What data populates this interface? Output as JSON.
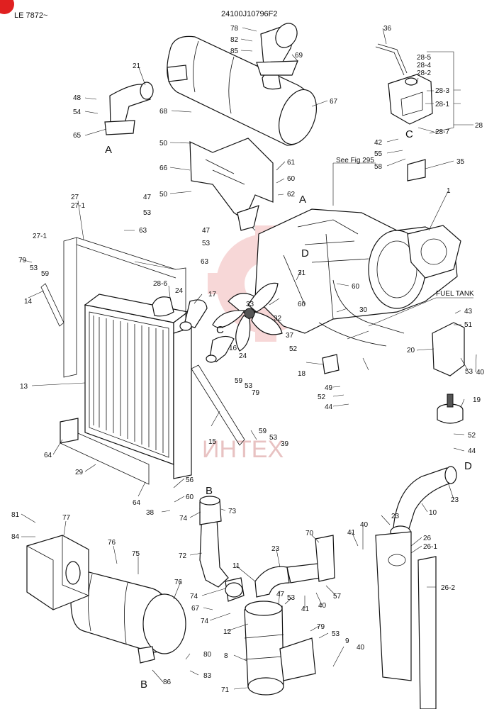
{
  "header": {
    "left": "LE 7872~",
    "center": "24100J10796F2"
  },
  "notes": {
    "see_fig": "See Fig 295",
    "fuel_tank": "FUEL TANK"
  },
  "watermark": "ИНТЕХ",
  "colors": {
    "watermark": "#f2b8b8",
    "logo": "#e02020",
    "ink": "#111111"
  },
  "letters": [
    "A",
    "A",
    "B",
    "B",
    "C",
    "C",
    "D",
    "D"
  ],
  "labels": [
    "78",
    "82",
    "85",
    "69",
    "21",
    "48",
    "54",
    "65",
    "68",
    "67",
    "50",
    "66",
    "61",
    "60",
    "62",
    "50",
    "47",
    "53",
    "63",
    "27",
    "27-1",
    "47",
    "53",
    "63",
    "27-1",
    "79",
    "53",
    "59",
    "14",
    "28-6",
    "24",
    "17",
    "33",
    "31",
    "60",
    "30",
    "32",
    "60",
    "37",
    "52",
    "16",
    "24",
    "59",
    "53",
    "79",
    "18",
    "49",
    "52",
    "44",
    "13",
    "15",
    "59",
    "53",
    "39",
    "64",
    "29",
    "64",
    "56",
    "60",
    "38",
    "74",
    "73",
    "72",
    "74",
    "67",
    "74",
    "81",
    "84",
    "77",
    "76",
    "75",
    "76",
    "80",
    "86",
    "83",
    "23",
    "11",
    "23",
    "47",
    "53",
    "12",
    "8",
    "71",
    "41",
    "40",
    "70",
    "41",
    "40",
    "57",
    "79",
    "53",
    "9",
    "40",
    "23",
    "10",
    "23",
    "40",
    "26",
    "26-1",
    "26-2",
    "36",
    "28-5",
    "28-4",
    "28-2",
    "28-3",
    "28-1",
    "28-7",
    "28",
    "42",
    "55",
    "58",
    "35",
    "1",
    "43",
    "51",
    "20",
    "53",
    "40",
    "19",
    "52",
    "44"
  ]
}
